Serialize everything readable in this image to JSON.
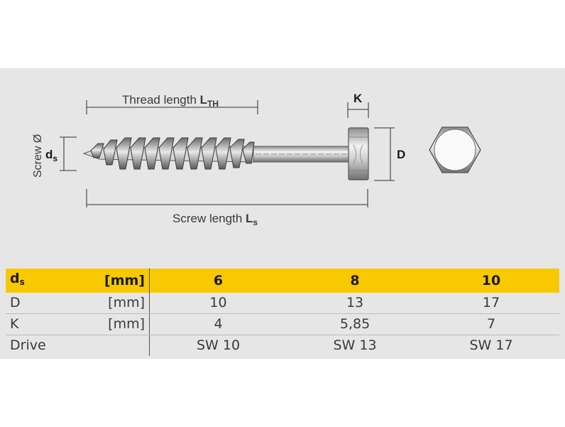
{
  "diagram": {
    "thread_length_label": "Thread length ",
    "thread_length_symbol": "L",
    "thread_length_sub": "TH",
    "screw_length_label": "Screw length ",
    "screw_length_symbol": "L",
    "screw_length_sub": "s",
    "screw_diameter_label": "Screw Ø",
    "ds_symbol": "d",
    "ds_sub": "s",
    "k_label": "K",
    "d_label": "D"
  },
  "table": {
    "header": {
      "param_symbol": "d",
      "param_sub": "s",
      "unit": "[mm]",
      "values": [
        "6",
        "8",
        "10"
      ]
    },
    "rows": [
      {
        "param": "D",
        "unit": "[mm]",
        "values": [
          "10",
          "13",
          "17"
        ]
      },
      {
        "param": "K",
        "unit": "[mm]",
        "values": [
          "4",
          "5,85",
          "7"
        ]
      },
      {
        "param": "Drive",
        "unit": "",
        "values": [
          "SW 10",
          "SW 13",
          "SW 17"
        ]
      }
    ]
  },
  "colors": {
    "header_band": "#f9c900",
    "panel": "#e6e6e6",
    "line": "#555555"
  }
}
